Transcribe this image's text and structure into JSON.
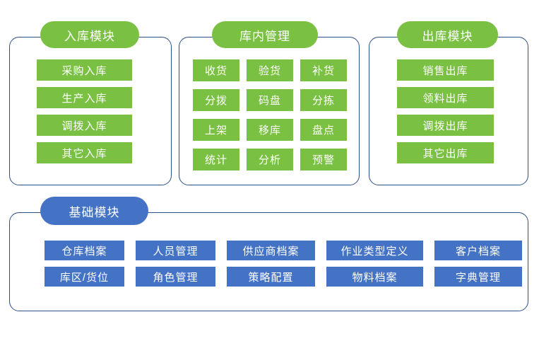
{
  "theme": {
    "green": "#7ac143",
    "blue": "#4472c4",
    "panel_border": "#2f4f86",
    "background": "#ffffff",
    "label_text": "#ffffff"
  },
  "panels": {
    "inbound": {
      "title": "入库模块",
      "items": [
        {
          "label": "采购入库"
        },
        {
          "label": "生产入库"
        },
        {
          "label": "调拨入库"
        },
        {
          "label": "其它入库"
        }
      ]
    },
    "internal": {
      "title": "库内管理",
      "items": [
        {
          "label": "收货"
        },
        {
          "label": "验货"
        },
        {
          "label": "补货"
        },
        {
          "label": "分拨"
        },
        {
          "label": "码盘"
        },
        {
          "label": "分拣"
        },
        {
          "label": "上架"
        },
        {
          "label": "移库"
        },
        {
          "label": "盘点"
        },
        {
          "label": "统计"
        },
        {
          "label": "分析"
        },
        {
          "label": "预警"
        }
      ]
    },
    "outbound": {
      "title": "出库模块",
      "items": [
        {
          "label": "销售出库"
        },
        {
          "label": "领料出库"
        },
        {
          "label": "调拨出库"
        },
        {
          "label": "其它出库"
        }
      ]
    },
    "basic": {
      "title": "基础模块",
      "items": [
        {
          "label": "仓库档案"
        },
        {
          "label": "人员管理"
        },
        {
          "label": "供应商档案"
        },
        {
          "label": "作业类型定义"
        },
        {
          "label": "客户档案"
        },
        {
          "label": "库区/货位"
        },
        {
          "label": "角色管理"
        },
        {
          "label": "策略配置"
        },
        {
          "label": "物料档案"
        },
        {
          "label": "字典管理"
        }
      ]
    }
  }
}
